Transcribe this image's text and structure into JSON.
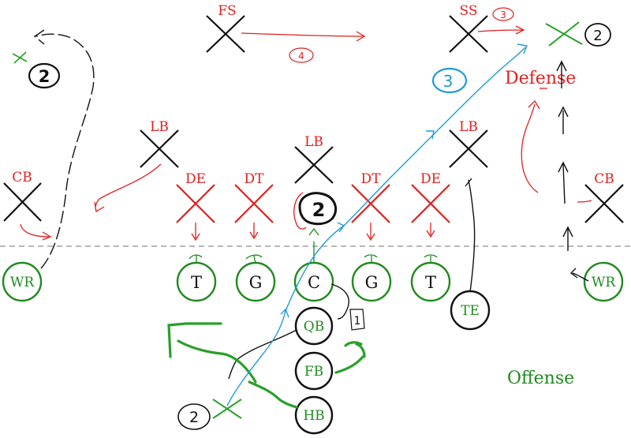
{
  "diagram": {
    "defense_label": "Defense",
    "offense_label": "Offense",
    "colors": {
      "defense": "#e02020",
      "offense": "#1f8a1f",
      "route_blue": "#1e9ad6",
      "ink": "#111111",
      "scrimmage": "#b8b8b8"
    },
    "defense": {
      "fs": "FS",
      "ss": "SS",
      "lb_left": "LB",
      "lb_mid": "LB",
      "lb_right": "LB",
      "cb_left": "CB",
      "cb_right": "CB",
      "de_left": "DE",
      "dt_left": "DT",
      "dt_right": "DT",
      "de_right": "DE"
    },
    "offense": {
      "wr_left": "WR",
      "wr_right": "WR",
      "t_left": "T",
      "g_left": "G",
      "c": "C",
      "g_right": "G",
      "t_right": "T",
      "te": "TE",
      "qb": "QB",
      "fb": "FB",
      "hb": "HB"
    },
    "annotations": {
      "n_top_left": "2",
      "n_mid_line": "2",
      "n_right_top": "2",
      "n_bottom_left": "2",
      "n_qb_side": "1",
      "n_ss": "3",
      "n_fs": "4",
      "n_blue": "3"
    }
  }
}
